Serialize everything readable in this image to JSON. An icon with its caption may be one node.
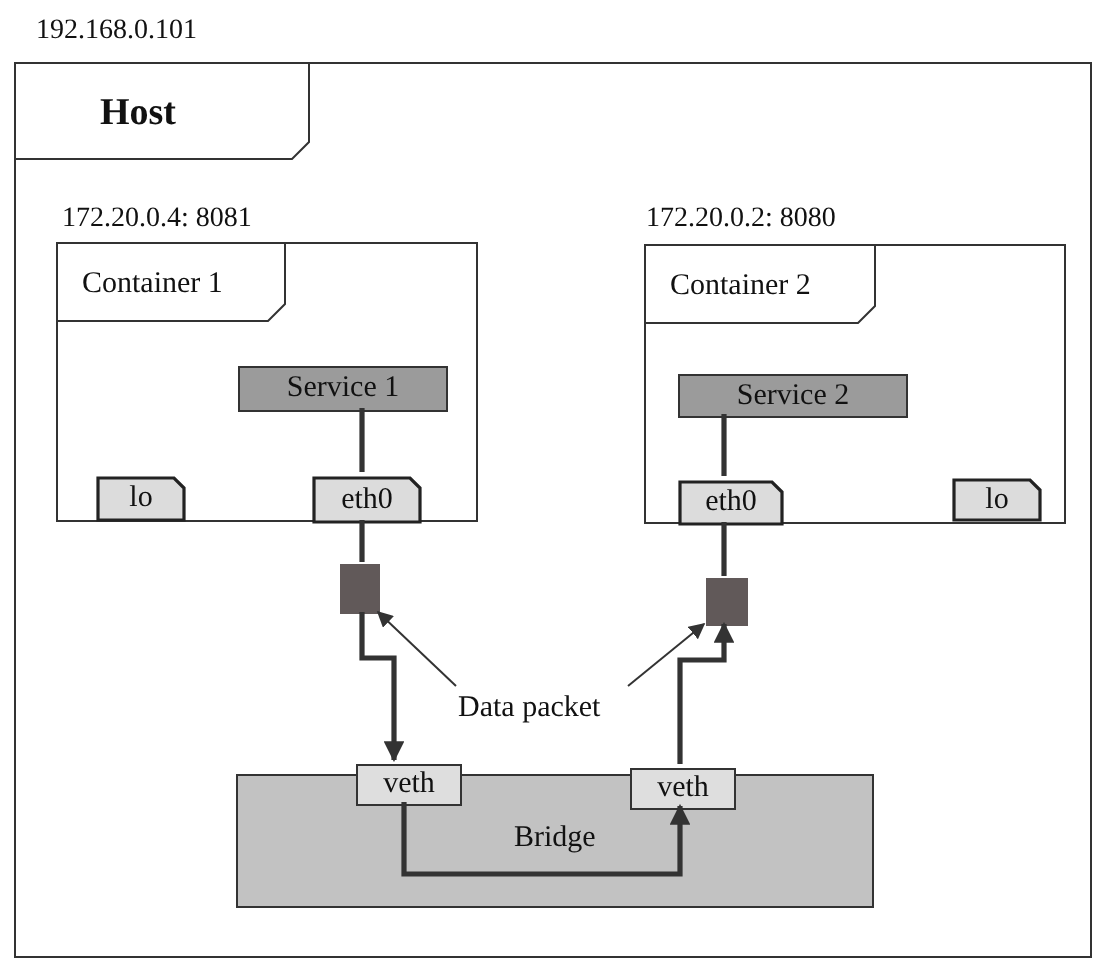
{
  "diagram": {
    "nodes": [
      {
        "text": [
          "Host"
        ],
        "beside": [
          "192.168.0.101"
        ]
      },
      {
        "text": [
          "Container 1"
        ],
        "beside": [
          "172.20.0.4: 8081"
        ],
        "in": 0
      },
      {
        "text": [
          "Service 1"
        ],
        "in": 1
      },
      {
        "text": [
          "lo"
        ],
        "in": 1
      },
      {
        "text": [
          "eth0"
        ],
        "in": 1
      },
      {
        "text": [
          "Container 2"
        ],
        "beside": [
          "172.20.0.2: 8080"
        ],
        "in": 0
      },
      {
        "text": [
          "Service 2"
        ],
        "in": 5
      },
      {
        "text": [
          "eth0"
        ],
        "in": 5
      },
      {
        "text": [
          "lo"
        ],
        "in": 5
      },
      {
        "text": [
          "Bridge"
        ],
        "in": 0
      },
      {
        "text": [
          "veth"
        ],
        "in": 9
      },
      {
        "text": [
          "veth"
        ],
        "in": 9
      },
      {
        "text": [],
        "shape": "box",
        "in": 0
      },
      {
        "text": [],
        "shape": "box",
        "in": 0
      },
      {
        "text": [
          "Data packet"
        ],
        "in": 0
      }
    ],
    "edges": [
      {
        "from": 2,
        "to": 4,
        "arrow": "none"
      },
      {
        "from": 4,
        "to": 12,
        "arrow": "none"
      },
      {
        "from": 12,
        "to": 10,
        "arrow": "to"
      },
      {
        "from": 10,
        "to": 11,
        "arrow": "to"
      },
      {
        "from": 11,
        "to": 13,
        "arrow": "to"
      },
      {
        "from": 13,
        "to": 7,
        "arrow": "none"
      },
      {
        "from": 6,
        "to": 7,
        "arrow": "none"
      },
      {
        "from": 14,
        "to": 12,
        "arrow": "to"
      },
      {
        "from": 14,
        "to": 13,
        "arrow": "to"
      }
    ]
  }
}
